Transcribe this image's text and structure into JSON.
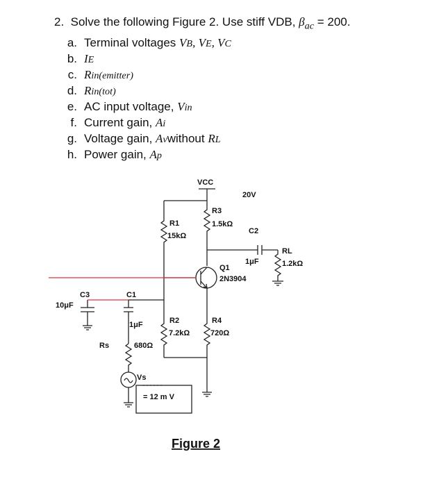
{
  "question": {
    "number": "2.",
    "stem": "Solve the following Figure 2. Use stiff VDB, ",
    "beta_symbol": "β",
    "beta_sub": "ac",
    "beta_value": " = 200.",
    "items": [
      {
        "letter": "a.",
        "text": "Terminal voltages ",
        "math": "V",
        "sub": "B",
        "rest": ", V",
        "sub2": "E",
        "rest2": ", V",
        "sub3": "C"
      },
      {
        "letter": "b.",
        "text": "",
        "math": "I",
        "sub": "E"
      },
      {
        "letter": "c.",
        "text": "",
        "math": "R",
        "sub": "in(emitter)"
      },
      {
        "letter": "d.",
        "text": "",
        "math": "R",
        "sub": "in(tot)"
      },
      {
        "letter": "e.",
        "text": "AC input voltage, ",
        "math": "V",
        "sub": "in"
      },
      {
        "letter": "f.",
        "text": "Current gain, ",
        "math": "A",
        "sub": "i"
      },
      {
        "letter": "g.",
        "text": "Voltage gain, ",
        "math": "A",
        "sub": "v",
        "rest": " without ",
        "math2": "R",
        "sub2": "L"
      },
      {
        "letter": "h.",
        "text": "Power gain, ",
        "math": "A",
        "sub": "p"
      }
    ]
  },
  "circuit": {
    "vcc_label": "VCC",
    "vcc_value": "20V",
    "r1": {
      "name": "R1",
      "value": "15kΩ"
    },
    "r2": {
      "name": "R2",
      "value": "7.2kΩ"
    },
    "r3": {
      "name": "R3",
      "value": "1.5kΩ"
    },
    "r4": {
      "name": "R4",
      "value": "720Ω"
    },
    "rl": {
      "name": "RL",
      "value": "1.2kΩ"
    },
    "rs": {
      "name": "Rs",
      "value": "680Ω"
    },
    "c1": {
      "name": "C1",
      "value": "1μF"
    },
    "c2": {
      "name": "C2",
      "value": "1μF"
    },
    "c3": {
      "name": "C3",
      "value": "10μF"
    },
    "q1": {
      "name": "Q1",
      "model": "2N3904"
    },
    "vs": {
      "name": "Vs",
      "value": "= 12 m V"
    },
    "wire_color": "#e0333a",
    "caption": "Figure 2"
  }
}
